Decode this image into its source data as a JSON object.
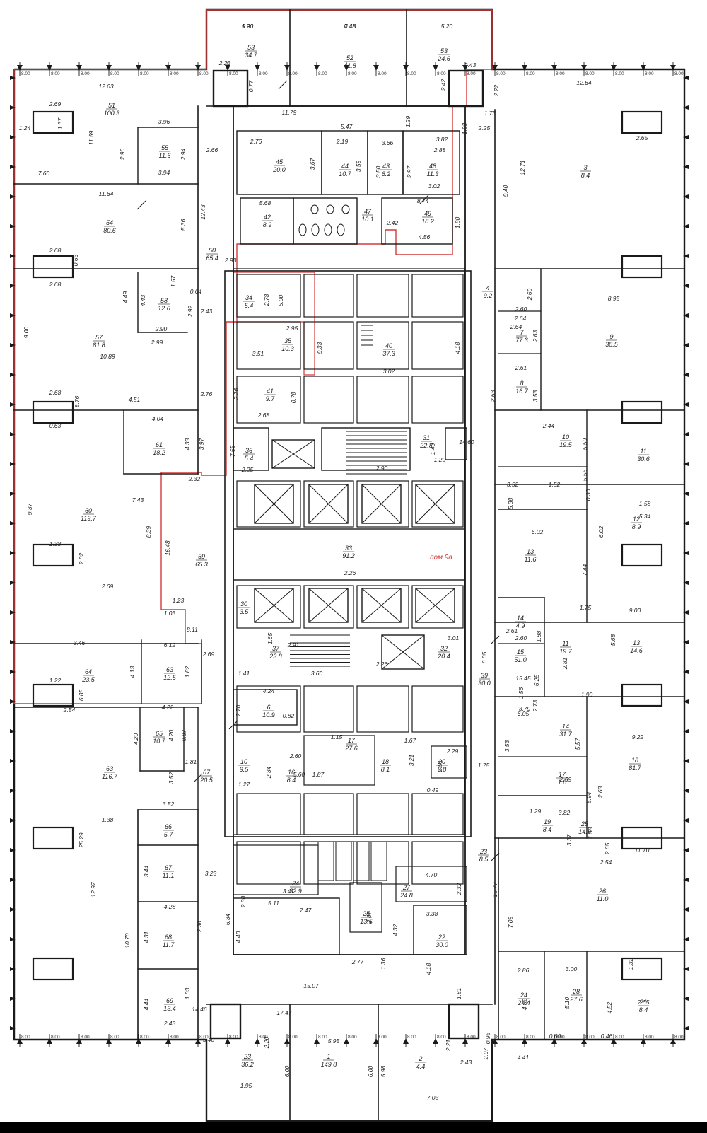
{
  "plan": {
    "note_label": "пом 9а",
    "colors": {
      "wall": "#1a1a1a",
      "highlight": "#d23a3a",
      "paper": "#ffffff"
    },
    "top_axis_ticks": [
      "8.00",
      "8.00",
      "8.00",
      "8.00",
      "8.00",
      "8.00",
      "8.00",
      "8.00",
      "8.00",
      "8.00",
      "8.00",
      "8.00",
      "8.00",
      "8.00",
      "8.00",
      "8.00",
      "8.00",
      "8.00",
      "8.00",
      "8.00",
      "8.00",
      "8.00",
      "8.00"
    ],
    "bottom_axis_ticks": [
      "8.00",
      "8.00",
      "8.00",
      "8.00",
      "8.00",
      "8.00",
      "8.00",
      "8.00",
      "8.00",
      "8.00",
      "8.00",
      "8.00",
      "8.00",
      "8.00",
      "8.00",
      "8.00",
      "8.00",
      "8.00",
      "8.00",
      "8.00",
      "8.00",
      "8.00",
      "8.00"
    ],
    "rooms": [
      {
        "id": "53",
        "area": "34.7"
      },
      {
        "id": "52",
        "area": "41.8"
      },
      {
        "id": "53",
        "area": "24.6"
      },
      {
        "id": "51",
        "area": "100.3"
      },
      {
        "id": "55",
        "area": "11.6"
      },
      {
        "id": "54",
        "area": "80.6"
      },
      {
        "id": "57",
        "area": "81.8"
      },
      {
        "id": "58",
        "area": "12.6"
      },
      {
        "id": "61",
        "area": "18.2"
      },
      {
        "id": "60",
        "area": "119.7"
      },
      {
        "id": "59",
        "area": "65.3"
      },
      {
        "id": "64",
        "area": "23.5"
      },
      {
        "id": "63",
        "area": "12.5"
      },
      {
        "id": "65",
        "area": "10.7"
      },
      {
        "id": "63",
        "area": "116.7"
      },
      {
        "id": "67",
        "area": "20.5"
      },
      {
        "id": "66",
        "area": "5.7"
      },
      {
        "id": "67",
        "area": "11.1"
      },
      {
        "id": "68",
        "area": "11.7"
      },
      {
        "id": "69",
        "area": "13.4"
      },
      {
        "id": "45",
        "area": "20.0"
      },
      {
        "id": "44",
        "area": "10.7"
      },
      {
        "id": "43",
        "area": "6.2"
      },
      {
        "id": "48",
        "area": "11.3"
      },
      {
        "id": "42",
        "area": "8.9"
      },
      {
        "id": "47",
        "area": "10.1"
      },
      {
        "id": "49",
        "area": "18.2"
      },
      {
        "id": "50",
        "area": "65.4"
      },
      {
        "id": "34",
        "area": "5.4"
      },
      {
        "id": "35",
        "area": "10.3"
      },
      {
        "id": "40",
        "area": "37.3"
      },
      {
        "id": "41",
        "area": "9.7"
      },
      {
        "id": "36",
        "area": "5.4"
      },
      {
        "id": "37",
        "area": "23.8"
      },
      {
        "id": "33",
        "area": "91.2"
      },
      {
        "id": "30",
        "area": "3.5"
      },
      {
        "id": "31",
        "area": "22.8"
      },
      {
        "id": "32",
        "area": "20.4"
      },
      {
        "id": "39",
        "area": "30.0"
      },
      {
        "id": "6",
        "area": "10.9"
      },
      {
        "id": "10",
        "area": "9.5"
      },
      {
        "id": "16",
        "area": "8.4"
      },
      {
        "id": "17",
        "area": "27.6"
      },
      {
        "id": "18",
        "area": "8.1"
      },
      {
        "id": "20",
        "area": "9.8"
      },
      {
        "id": "23",
        "area": "8.5"
      },
      {
        "id": "24",
        "area": "32.9"
      },
      {
        "id": "25",
        "area": "13.5"
      },
      {
        "id": "27",
        "area": "24.8"
      },
      {
        "id": "22",
        "area": "30.0"
      },
      {
        "id": "23",
        "area": "36.2"
      },
      {
        "id": "1",
        "area": "149.8"
      },
      {
        "id": "2",
        "area": "4.4"
      },
      {
        "id": "3",
        "area": "8.4"
      },
      {
        "id": "4",
        "area": "9.2"
      },
      {
        "id": "7",
        "area": "77.3"
      },
      {
        "id": "8",
        "area": "16.7"
      },
      {
        "id": "9",
        "area": "38.5"
      },
      {
        "id": "10",
        "area": "19.5"
      },
      {
        "id": "11",
        "area": "30.6"
      },
      {
        "id": "12",
        "area": "8.9"
      },
      {
        "id": "13",
        "area": "11.6"
      },
      {
        "id": "14",
        "area": "4.9"
      },
      {
        "id": "15",
        "area": "51.0"
      },
      {
        "id": "11",
        "area": "19.7"
      },
      {
        "id": "13",
        "area": "14.6"
      },
      {
        "id": "14",
        "area": "31.7"
      },
      {
        "id": "17",
        "area": "1.8"
      },
      {
        "id": "18",
        "area": "81.7"
      },
      {
        "id": "19",
        "area": "8.4"
      },
      {
        "id": "26",
        "area": "11.0"
      },
      {
        "id": "25",
        "area": "14.8"
      },
      {
        "id": "24",
        "area": "24.4"
      },
      {
        "id": "28",
        "area": "27.6"
      },
      {
        "id": "21",
        "area": "8.4"
      }
    ],
    "dimensions": [
      "5.20",
      "7.18",
      "5.20",
      "12.63",
      "12.64",
      "2.69",
      "2.65",
      "1.24",
      "1.37",
      "11.59",
      "3.96",
      "2.96",
      "2.94",
      "3.94",
      "2.66",
      "7.60",
      "11.64",
      "12.71",
      "9.40",
      "8.95",
      "5.36",
      "12.43",
      "2.68",
      "2.68",
      "0.63",
      "4.49",
      "4.43",
      "2.92",
      "2.43",
      "9.00",
      "10.89",
      "2.90",
      "2.99",
      "0.64",
      "1.57",
      "2.76",
      "2.68",
      "0.63",
      "8.76",
      "4.51",
      "4.04",
      "4.33",
      "3.97",
      "2.32",
      "7.43",
      "8.39",
      "16.48",
      "9.37",
      "2.69",
      "1.38",
      "2.02",
      "1.23",
      "1.03",
      "8.11",
      "3.46",
      "6.12",
      "4.13",
      "1.82",
      "2.69",
      "1.22",
      "6.85",
      "2.54",
      "4.22",
      "4.20",
      "4.20",
      "0.87",
      "1.81",
      "3.52",
      "3.52",
      "1.38",
      "25.29",
      "12.97",
      "10.70",
      "2.38",
      "3.23",
      "3.44",
      "4.28",
      "4.31",
      "4.44",
      "2.43",
      "5.40",
      "1.95",
      "1.03",
      "14.46",
      "11.79",
      "5.47",
      "2.76",
      "2.19",
      "3.66",
      "3.67",
      "3.59",
      "3.50",
      "2.97",
      "2.88",
      "3.82",
      "3.02",
      "5.68",
      "8.74",
      "4.56",
      "1.80",
      "1.29",
      "2.42",
      "1.93",
      "1.73",
      "2.25",
      "2.22",
      "2.42",
      "2.43",
      "2.23",
      "0.77",
      "2.98",
      "2.78",
      "5.00",
      "2.95",
      "3.51",
      "9.33",
      "3.02",
      "4.18",
      "2.68",
      "0.78",
      "2.26",
      "2.25",
      "7.65",
      "2.90",
      "1.40",
      "1.20",
      "14.60",
      "2.26",
      "3.01",
      "1.65",
      "2.91",
      "3.60",
      "2.26",
      "1.41",
      "4.24",
      "2.70",
      "0.82",
      "2.60",
      "2.34",
      "5.60",
      "1.87",
      "1.27",
      "2.29",
      "2.51",
      "0.49",
      "1.15",
      "1.67",
      "3.21",
      "1.75",
      "3.41",
      "5.11",
      "2.30",
      "7.47",
      "6.34",
      "4.40",
      "15.07",
      "17.47",
      "2.77",
      "1.36",
      "2.87",
      "4.32",
      "4.70",
      "2.32",
      "3.38",
      "4.18",
      "1.81",
      "2.20",
      "6.00",
      "5.95",
      "6.00",
      "5.98",
      "2.21",
      "2.43",
      "7.03",
      "2.07",
      "0.95",
      "15.77",
      "7.09",
      "2.86",
      "3.00",
      "5.10",
      "4.52",
      "4.52",
      "1.32",
      "2.65",
      "0.60",
      "0.46",
      "4.41",
      "2.54",
      "11.70",
      "2.65",
      "1.29",
      "3.82",
      "3.37",
      "1.58",
      "2.59",
      "5.94",
      "2.63",
      "9.22",
      "6.05",
      "5.57",
      "3.53",
      "3.79",
      "2.73",
      "1.90",
      "2.81",
      "6.25",
      "1.88",
      "2.61",
      "1.75",
      "5.68",
      "9.00",
      "6.05",
      "15.45",
      "2.60",
      "2.61",
      "2.64",
      "2.64",
      "2.63",
      "3.53",
      "2.60",
      "2.60",
      "2.44",
      "1.52",
      "5.59",
      "5.55",
      "1.58",
      "5.34",
      "6.02",
      "6.02",
      "7.44",
      "3.52",
      "5.38",
      "0.30",
      "1.56",
      "2.63",
      "1.90",
      "0.48"
    ]
  }
}
